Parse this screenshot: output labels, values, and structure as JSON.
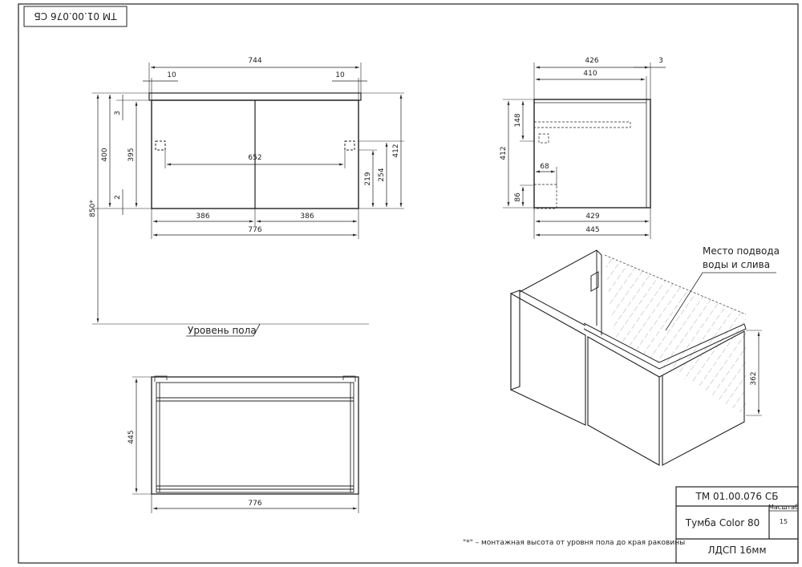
{
  "document": {
    "code": "ТМ 01.00.076 СБ",
    "code_stamp_mirrored": "ТМ 01.00.076 СБ",
    "product_name": "Тумба Color 80",
    "material": "ЛДСП 16мм",
    "scale_label": "Масштаб",
    "scale_value": "15",
    "floor_level_label": "Уровень пола",
    "utility_note_line1": "Место подвода",
    "utility_note_line2": "воды и слива",
    "footnote": "\"*\" – монтажная высота от уровня пола до края раковины"
  },
  "front_view": {
    "overall_top": "744",
    "offset_left": "10",
    "offset_right": "10",
    "door_gap_top": "3",
    "total_height": "400",
    "door_height": "395",
    "door_gap_bottom": "2",
    "mount_height": "850*",
    "bracket_span": "652",
    "door_left": "386",
    "door_right": "386",
    "overall_bottom": "776",
    "bracket_h1": "219",
    "bracket_h2": "254",
    "side_height": "412"
  },
  "side_view": {
    "overall_top": "426",
    "protrusion": "3",
    "inner_depth": "410",
    "top_offset": "148",
    "height": "412",
    "hole_offset": "68",
    "bottom_offset": "86",
    "inner_bottom": "429",
    "overall_bottom": "445"
  },
  "top_view": {
    "depth": "445",
    "width": "776"
  },
  "iso_view": {
    "zone_height": "362"
  }
}
